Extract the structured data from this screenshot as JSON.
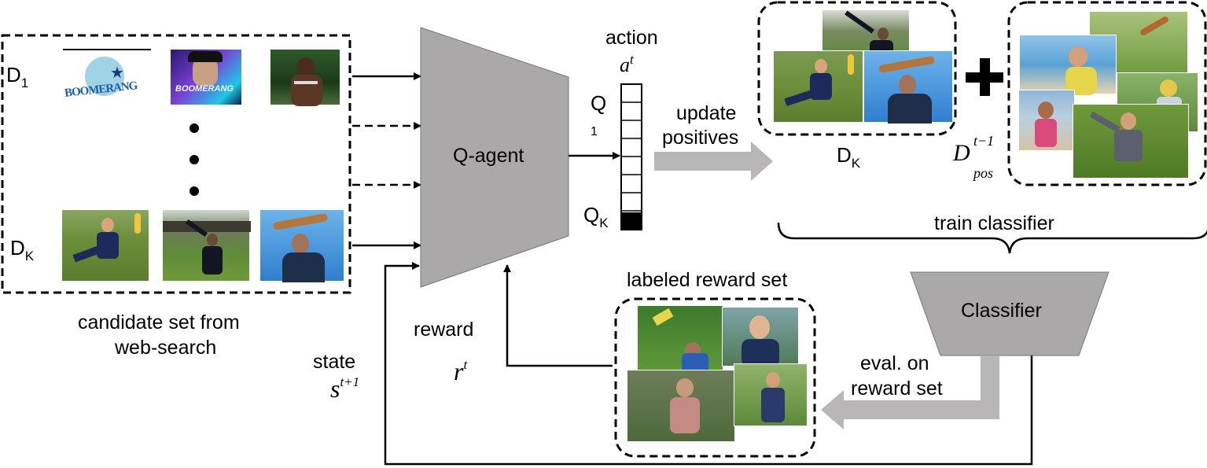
{
  "candidate_set": {
    "row1_label": "D",
    "row1_sub": "1",
    "rowk_label": "D",
    "rowk_sub": "K",
    "caption_line1": "candidate set from",
    "caption_line2": "web-search",
    "logo_text": "BOOMERANG",
    "album_text": "BOOMERANG"
  },
  "agent": {
    "label": "Q-agent"
  },
  "action": {
    "label": "action",
    "symbol": "a",
    "symbol_sup": "t",
    "q_top": "Q",
    "q_top_sub": "1",
    "q_bottom": "Q",
    "q_bottom_sub": "K",
    "update_line1": "update",
    "update_line2": "positives"
  },
  "positives": {
    "dk_label": "D",
    "dk_sub": "K",
    "dpos_symbol": "D",
    "dpos_sup": "t−1",
    "dpos_sub": "pos",
    "plus": "+"
  },
  "classifier": {
    "train_label": "train classifier",
    "label": "Classifier",
    "eval_line1": "eval. on",
    "eval_line2": "reward set"
  },
  "reward_set": {
    "title": "labeled reward set"
  },
  "reward": {
    "label": "reward",
    "symbol": "r",
    "symbol_sup": "t"
  },
  "state": {
    "label": "state",
    "symbol": "s",
    "symbol_sup": "t+1"
  },
  "colors": {
    "gray_shape": "#aaa8a8",
    "gray_arrow": "#b8b6b6",
    "grass": "#5f8f3a",
    "sky": "#4a90d9"
  }
}
